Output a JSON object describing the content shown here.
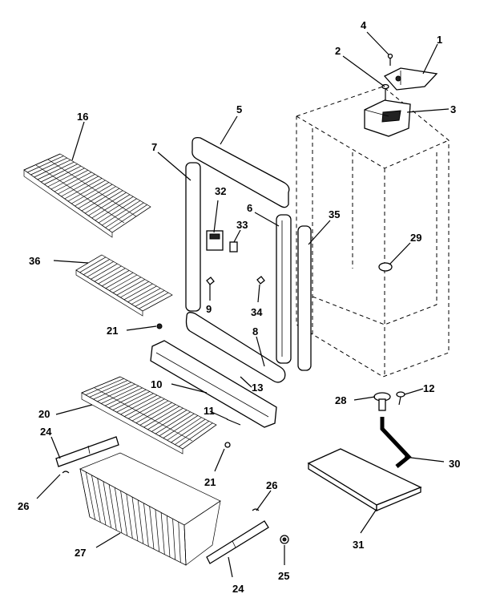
{
  "callouts": {
    "c1": "1",
    "c2": "2",
    "c3": "3",
    "c4": "4",
    "c5": "5",
    "c6": "6",
    "c7": "7",
    "c8": "8",
    "c9": "9",
    "c10": "10",
    "c11": "11",
    "c12": "12",
    "c13": "13",
    "c16": "16",
    "c20": "20",
    "c21a": "21",
    "c21b": "21",
    "c24a": "24",
    "c24b": "24",
    "c25": "25",
    "c26a": "26",
    "c26b": "26",
    "c27": "27",
    "c28": "28",
    "c29": "29",
    "c30": "30",
    "c31": "31",
    "c32": "32",
    "c33": "33",
    "c34": "34",
    "c35": "35",
    "c36": "36"
  }
}
